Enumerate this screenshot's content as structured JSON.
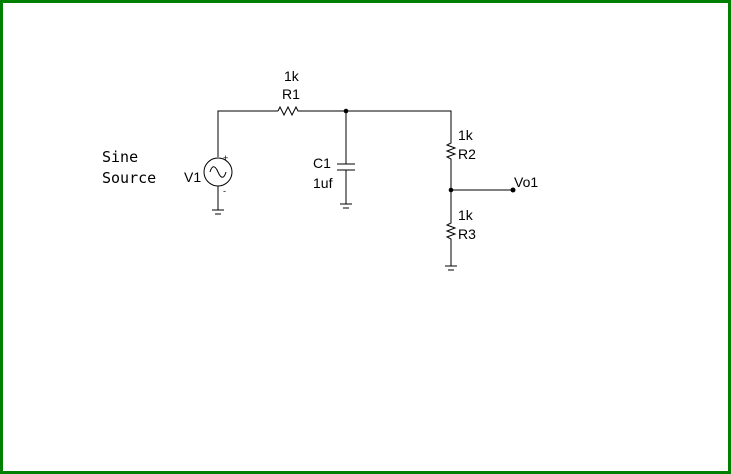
{
  "colors": {
    "border": "#008000",
    "wire": "#000000",
    "text": "#000000"
  },
  "source": {
    "note_line1": "Sine",
    "note_line2": "Source",
    "name": "V1",
    "plus": "+",
    "minus": "-"
  },
  "r1": {
    "value": "1k",
    "name": "R1"
  },
  "c1": {
    "name": "C1",
    "value": "1uf"
  },
  "r2": {
    "value": "1k",
    "name": "R2"
  },
  "r3": {
    "value": "1k",
    "name": "R3"
  },
  "output": {
    "name": "Vo1"
  }
}
